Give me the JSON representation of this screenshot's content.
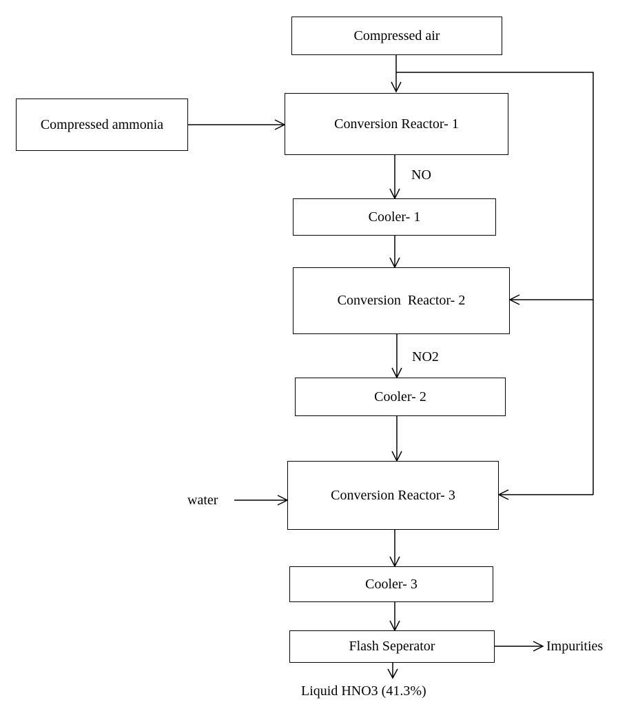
{
  "diagram": {
    "nodes": {
      "compressed_air": "Compressed air",
      "compressed_ammonia": "Compressed ammonia",
      "reactor_1": "Conversion Reactor- 1",
      "cooler_1": "Cooler- 1",
      "reactor_2": "Conversion  Reactor- 2",
      "cooler_2": "Cooler- 2",
      "reactor_3": "Conversion Reactor- 3",
      "cooler_3": "Cooler- 3",
      "flash_separator": "Flash Seperator"
    },
    "labels": {
      "no": "NO",
      "no2": "NO2",
      "water": "water",
      "impurities": "Impurities",
      "product": "Liquid HNO3 (41.3%)"
    },
    "colors": {
      "stroke": "#000000",
      "background": "#ffffff",
      "text": "#000000"
    }
  }
}
